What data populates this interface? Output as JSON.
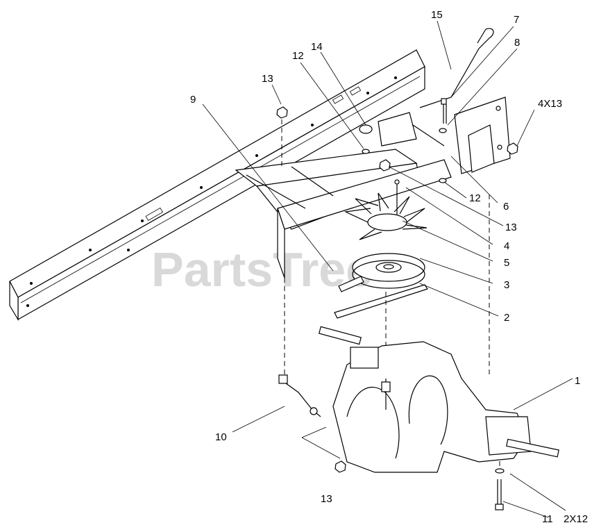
{
  "watermark": {
    "text": "PartsTree"
  },
  "callouts": [
    {
      "id": "c15a",
      "label": "15"
    },
    {
      "id": "c7",
      "label": "7"
    },
    {
      "id": "c8",
      "label": "8"
    },
    {
      "id": "c14",
      "label": "14"
    },
    {
      "id": "c12a",
      "label": "12"
    },
    {
      "id": "c13a",
      "label": "13"
    },
    {
      "id": "c9",
      "label": "9"
    },
    {
      "id": "c4x13",
      "label": "4X13"
    },
    {
      "id": "c12b",
      "label": "12"
    },
    {
      "id": "c6",
      "label": "6"
    },
    {
      "id": "c13b",
      "label": "13"
    },
    {
      "id": "c4",
      "label": "4"
    },
    {
      "id": "c5",
      "label": "5"
    },
    {
      "id": "c3",
      "label": "3"
    },
    {
      "id": "c2",
      "label": "2"
    },
    {
      "id": "c1",
      "label": "1"
    },
    {
      "id": "c10",
      "label": "10"
    },
    {
      "id": "c13c",
      "label": "13"
    },
    {
      "id": "c11",
      "label": "11"
    },
    {
      "id": "c2x12",
      "label": "2X12"
    }
  ]
}
